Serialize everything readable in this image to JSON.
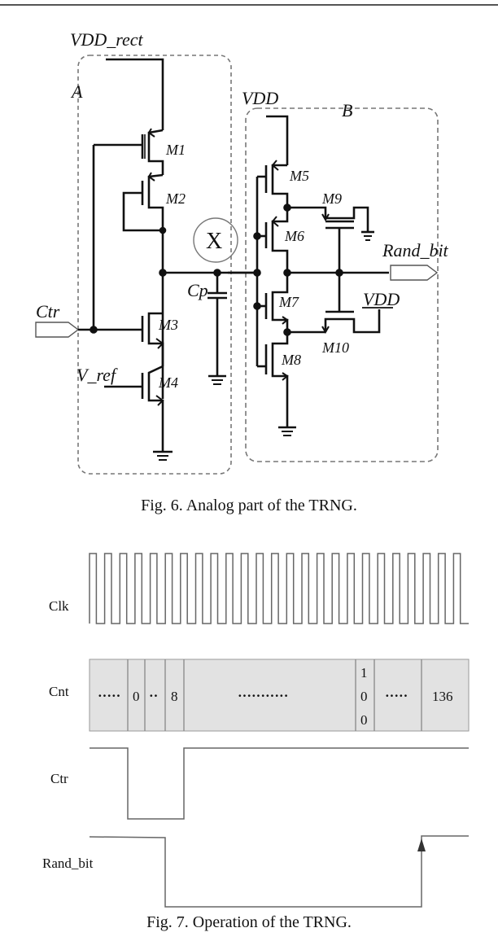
{
  "figure6": {
    "caption": "Fig. 6. Analog part of the TRNG.",
    "block_a_label": "A",
    "block_b_label": "B",
    "supply_a": "VDD_rect",
    "supply_b": "VDD",
    "supply_m10": "VDD",
    "node_x": "X",
    "cap_label": "Cp",
    "input_ctr": "Ctr",
    "input_vref": "V_ref",
    "output": "Rand_bit",
    "transistors": [
      "M1",
      "M2",
      "M3",
      "M4",
      "M5",
      "M6",
      "M7",
      "M8",
      "M9",
      "M10"
    ]
  },
  "figure7": {
    "caption": "Fig. 7. Operation of the TRNG.",
    "signals": [
      "Clk",
      "Cnt",
      "Ctr",
      "Rand_bit"
    ],
    "cnt_cells": [
      "·····",
      "0",
      "··",
      "8",
      "···········",
      "1\n0\n0",
      "·····",
      "136"
    ],
    "cnt_cell_100_lines": [
      "1",
      "0",
      "0"
    ],
    "clk_pulses": 25
  }
}
